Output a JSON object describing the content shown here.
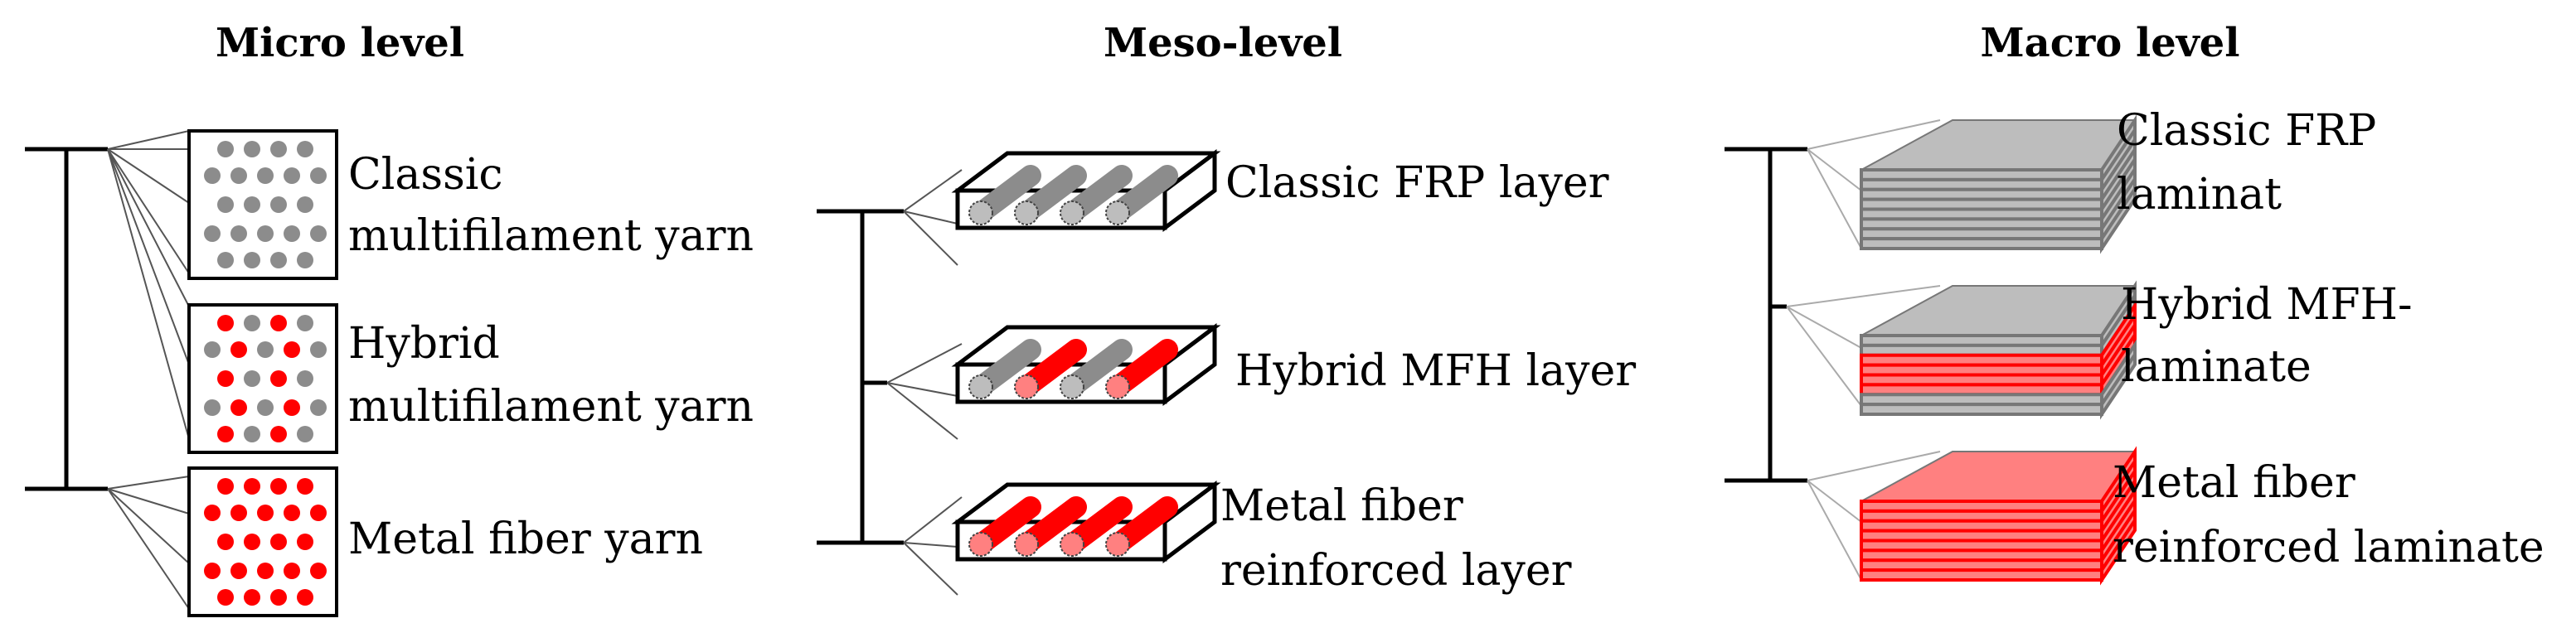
{
  "colors": {
    "gray": "#8c8c8c",
    "gray_light": "#bdbdbd",
    "red": "#ff0000",
    "red_light": "#ff8080",
    "black": "#000000"
  },
  "micro": {
    "heading": "Micro level",
    "items": [
      {
        "lines": [
          "Classic",
          "multifilament yarn"
        ],
        "variant": "gray"
      },
      {
        "lines": [
          "Hybrid",
          "multifilament yarn"
        ],
        "variant": "hybrid"
      },
      {
        "lines": [
          "Metal fiber yarn"
        ],
        "variant": "red"
      }
    ]
  },
  "meso": {
    "heading": "Meso-level",
    "items": [
      {
        "lines": [
          "Classic FRP layer"
        ],
        "variant": "gray"
      },
      {
        "lines": [
          "Hybrid MFH layer"
        ],
        "variant": "hybrid"
      },
      {
        "lines": [
          "Metal fiber",
          "reinforced layer"
        ],
        "variant": "red"
      }
    ]
  },
  "macro": {
    "heading": "Macro level",
    "items": [
      {
        "lines": [
          "Classic FRP",
          "laminat"
        ],
        "variant": "gray"
      },
      {
        "lines": [
          "Hybrid MFH-",
          "laminate"
        ],
        "variant": "hybrid"
      },
      {
        "lines": [
          "Metal fiber",
          "reinforced laminate"
        ],
        "variant": "red"
      }
    ]
  }
}
